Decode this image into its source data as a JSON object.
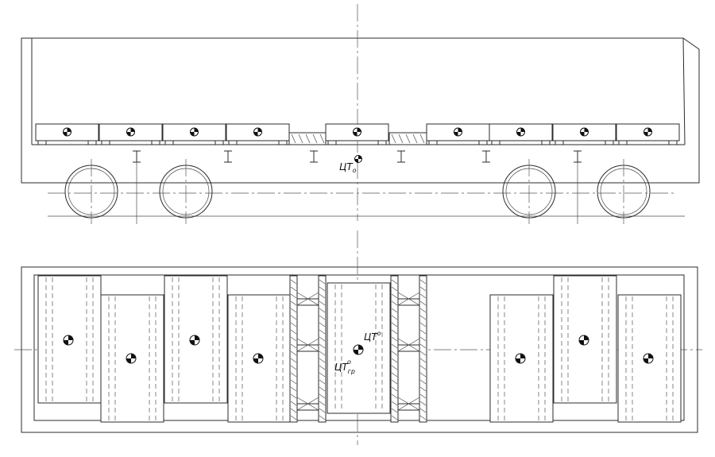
{
  "labels": {
    "cg_side_main": "ЦТ",
    "cg_side_sub": "о",
    "cg_plan_main": "ЦТ",
    "cg_plan_sup": "о",
    "cg_cargo_main": "ЦТ",
    "cg_cargo_sub": "гр",
    "cg_cargo_sup": "о"
  },
  "icons": {
    "cg_marker": "center-of-gravity-symbol"
  }
}
